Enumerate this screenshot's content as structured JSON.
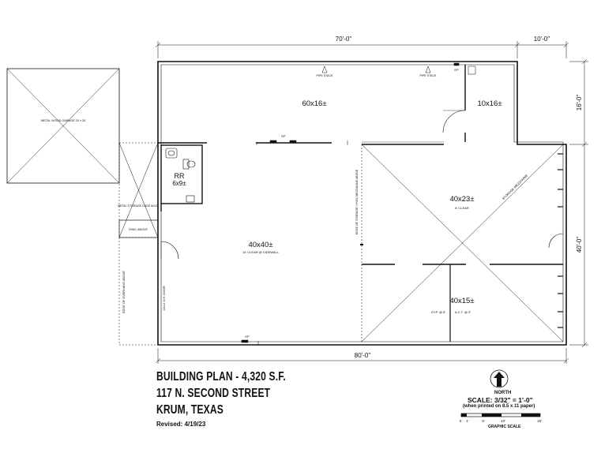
{
  "dimensions": {
    "top_70": "70'-0\"",
    "top_10": "10'-0\"",
    "right_16": "16'-0\"",
    "right_40": "40'-0\"",
    "bottom_80": "80'-0\""
  },
  "rooms": {
    "upper": "60x16±",
    "small_office": "10x16±",
    "restroom_code": "RR",
    "restroom_size": "6x9±",
    "main": "40x40±",
    "main_clear": "14' CLEAR @ SIDEWALL",
    "mezz_area": "40x23±",
    "mezz_clear": "8' CLEAR",
    "lower_right": "40x15±",
    "gyp": "GYP. @ 8'",
    "act": "A.C.T. @ 9'"
  },
  "labels": {
    "pipe_stack": "PIPE STACK",
    "ep": "EP",
    "storage_mezzanine": "STORAGE MEZZANINE",
    "edge_storage": "EDGE OF STORAGE / HVAC MEZZANINE ABOVE",
    "edge_overhang": "EDGE OF OVERHANG ABOVE",
    "door": "12x12 O.H. DOOR",
    "garage": "METAL WOOD GARAGE 20 x 20",
    "cage": "METAL STORAGE CAGE 8x12±",
    "hvac": "HVAC ABOVE"
  },
  "title_block": {
    "line1": "BUILDING PLAN - 4,320 S.F.",
    "line2": "117 N. SECOND STREET",
    "line3": "KRUM, TEXAS",
    "revised": "Revised: 4/19/23"
  },
  "scale": {
    "north": "NORTH",
    "scale_text": "SCALE: 3/32\" = 1'-0\"",
    "note": "(when printed on 8.5 x 11 paper)",
    "ticks": [
      "0",
      "1'",
      "5'",
      "10'",
      "15'"
    ],
    "graphic": "GRAPHIC SCALE"
  }
}
